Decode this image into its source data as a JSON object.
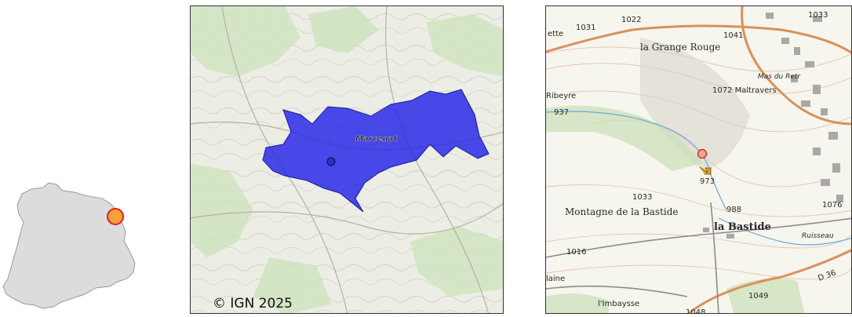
{
  "overview": {
    "marker_fill": "#f5a03a",
    "marker_stroke": "#e02020",
    "region_fill": "#dcdcdc"
  },
  "commune_map": {
    "commune_name": "Marcenat",
    "commune_fill": "#2a2ae6",
    "copyright": "© IGN 2025"
  },
  "topo_map": {
    "labels": {
      "elev_1031": "1031",
      "elev_1022": "1022",
      "elev_1041": "1041",
      "elev_1033_top": "1033",
      "place_ette": "ette",
      "place_grange_rouge": "la Grange Rouge",
      "place_mas_retr": "Mas du Retr",
      "place_maltravers": "1072 Maltravers",
      "place_ribeyre": "Ribeyre",
      "elev_937": "937",
      "elev_973": "973",
      "elev_1033": "1033",
      "place_montagne": "Montagne de la Bastide",
      "elev_988": "988",
      "place_bastide": "la Bastide",
      "place_ruisseau": "Ruisseau",
      "elev_1016": "1016",
      "elev_1076": "1076",
      "place_laine": "laine",
      "place_imbaysse": "l'Imbaysse",
      "elev_1049": "1049",
      "elev_1048": "1048",
      "road_d36": "D 36"
    },
    "marker_fill": "#f5a58a",
    "marker_stroke": "#c0392b",
    "arrow_color": "#e0a020"
  }
}
